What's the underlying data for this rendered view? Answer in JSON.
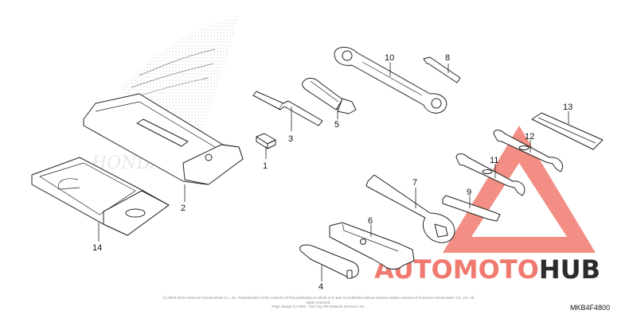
{
  "parts": [
    {
      "number": "1"
    },
    {
      "number": "2"
    },
    {
      "number": "3"
    },
    {
      "number": "4"
    },
    {
      "number": "5"
    },
    {
      "number": "6"
    },
    {
      "number": "7"
    },
    {
      "number": "8"
    },
    {
      "number": "9"
    },
    {
      "number": "10"
    },
    {
      "number": "11"
    },
    {
      "number": "12"
    },
    {
      "number": "13"
    },
    {
      "number": "14"
    }
  ],
  "watermark": {
    "word1": "AUTOMOTO",
    "word2": "HUB",
    "color_primary": "#f07a6f",
    "color_secondary": "#f2b05a",
    "color_dark": "#2b2b2b"
  },
  "background_logo": {
    "text": "HONDA",
    "color": "#b5b5b5"
  },
  "copyright": {
    "line1": "(c) 2003-2016 American Honda Motor Co., Inc. Reproduction of the contents of this publication in whole or in part is prohibited without express written consent of American Honda Motor Co., Inc. All rights reserved.",
    "line2": "Page design (c) 2004 - 2017 by ARI Network Services, Inc."
  },
  "diagram_code": "MKB4F4800"
}
